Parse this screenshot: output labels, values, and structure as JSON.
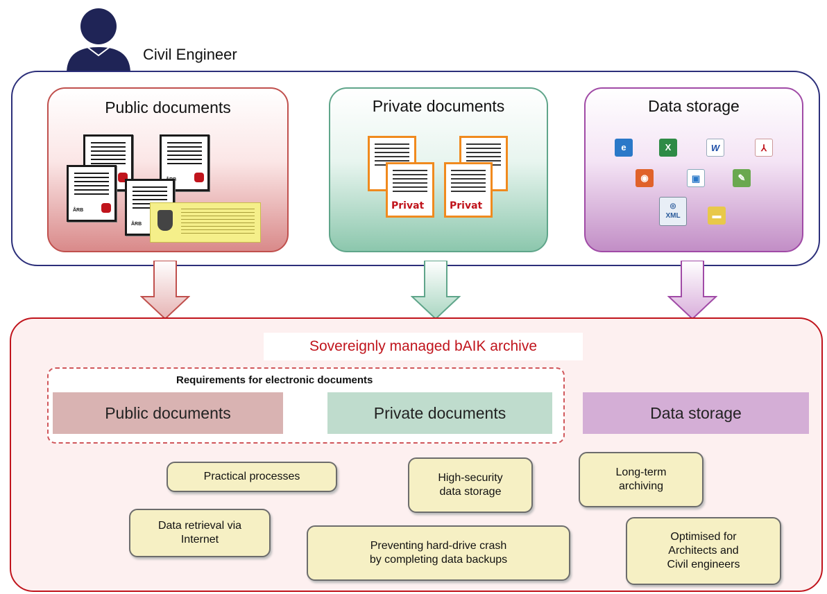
{
  "actor": {
    "label": "Civil Engineer",
    "icon": "person-icon"
  },
  "panels": {
    "public": {
      "title": "Public documents",
      "color": "#c0504d"
    },
    "private": {
      "title": "Private documents",
      "color": "#5fa58a",
      "stamp_text": "Privat"
    },
    "storage": {
      "title": "Data storage",
      "color": "#a04aa6",
      "icons": [
        "internet-explorer-icon",
        "excel-icon",
        "word-icon",
        "pdf-icon",
        "powerpoint-icon",
        "image-file-icon",
        "publisher-icon",
        "xml-file-icon",
        "folder-icon"
      ]
    }
  },
  "archive": {
    "title": "Sovereignly managed bAIK archive",
    "requirements_label": "Requirements for electronic documents",
    "bands": [
      "Public documents",
      "Private documents",
      "Data storage"
    ],
    "features": [
      "Practical processes",
      "High-security\ndata storage",
      "Long-term\narchiving",
      "Data retrieval via\nInternet",
      "Preventing hard-drive crash\nby completing data backups",
      "Optimised for\nArchitects and\nCivil engineers"
    ],
    "title_color": "#c0141c"
  }
}
